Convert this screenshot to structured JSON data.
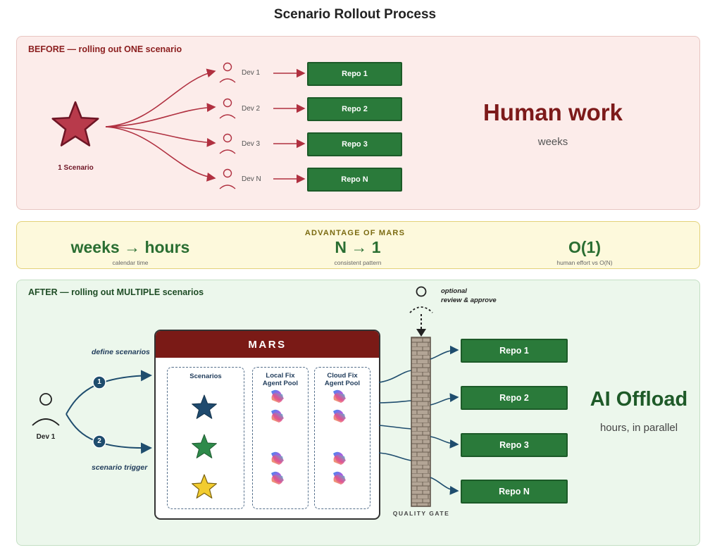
{
  "title": "Scenario Rollout Process",
  "before": {
    "title": "BEFORE — rolling out ONE scenario",
    "scenario_label": "1 Scenario",
    "devs": [
      "Dev 1",
      "Dev 2",
      "Dev 3",
      "Dev N"
    ],
    "repos": [
      "Repo 1",
      "Repo 2",
      "Repo 3",
      "Repo N"
    ],
    "headline": "Human work",
    "subline": "weeks"
  },
  "advantage": {
    "title": "ADVANTAGE OF MARS",
    "items": [
      {
        "big": "weeks → hours",
        "small": "calendar time"
      },
      {
        "big": "N → 1",
        "small": "consistent pattern"
      },
      {
        "big": "O(1)",
        "small": "human effort vs O(N)"
      }
    ]
  },
  "after": {
    "title": "AFTER — rolling out MULTIPLE scenarios",
    "dev_label": "Dev 1",
    "flow1_label": "define scenarios",
    "flow2_label": "scenario trigger",
    "step1": "1",
    "step2": "2",
    "mars_title": "MARS",
    "col_scenarios": "Scenarios",
    "col_local": "Local Fix\nAgent Pool",
    "col_cloud": "Cloud Fix\nAgent Pool",
    "optional_line1": "optional",
    "optional_line2": "review & approve",
    "gate_label": "QUALITY GATE",
    "repos": [
      "Repo 1",
      "Repo 2",
      "Repo 3",
      "Repo N"
    ],
    "headline": "AI Offload",
    "subline": "hours, in parallel"
  },
  "colors": {
    "red_accent": "#7d1a1a",
    "repo_green": "#2a7a3a",
    "mars_header": "#7a1a16",
    "navy": "#1f3b5a",
    "star_navy": "#1f4a6e",
    "star_green": "#2e8a4a",
    "star_yellow": "#f2cc2f"
  }
}
